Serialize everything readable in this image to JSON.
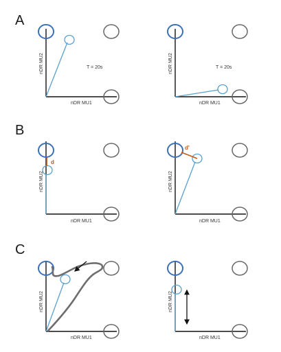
{
  "colors": {
    "axis": "#111111",
    "target_blue": "#3a6fb5",
    "target_gray": "#666666",
    "cursor_light_blue": "#5aa0cf",
    "distance_orange": "#c55a11",
    "trajectory_gray": "#6e6e6e"
  },
  "panels": {
    "A": {
      "letter": "A",
      "left": {
        "ylabel": "nDR MU2",
        "xlabel": "nDR MU1",
        "time": "T = 20s"
      },
      "right": {
        "ylabel": "nDR MU2",
        "xlabel": "nDR MU1",
        "time": "T = 20s"
      }
    },
    "B": {
      "letter": "B",
      "left": {
        "ylabel": "nDR MU2",
        "xlabel": "nDR MU1",
        "distance": "d"
      },
      "right": {
        "ylabel": "nDR MU2",
        "xlabel": "nDR MU1",
        "distance": "d'"
      }
    },
    "C": {
      "letter": "C",
      "left": {
        "ylabel": "nDR MU2",
        "xlabel": "nDR MU1"
      },
      "right": {
        "ylabel": "nDR MU2",
        "xlabel": "nDR MU1"
      }
    }
  },
  "icons": {
    "motion_arrow": "arrow-icon",
    "range_arrow": "double-arrow-icon"
  }
}
